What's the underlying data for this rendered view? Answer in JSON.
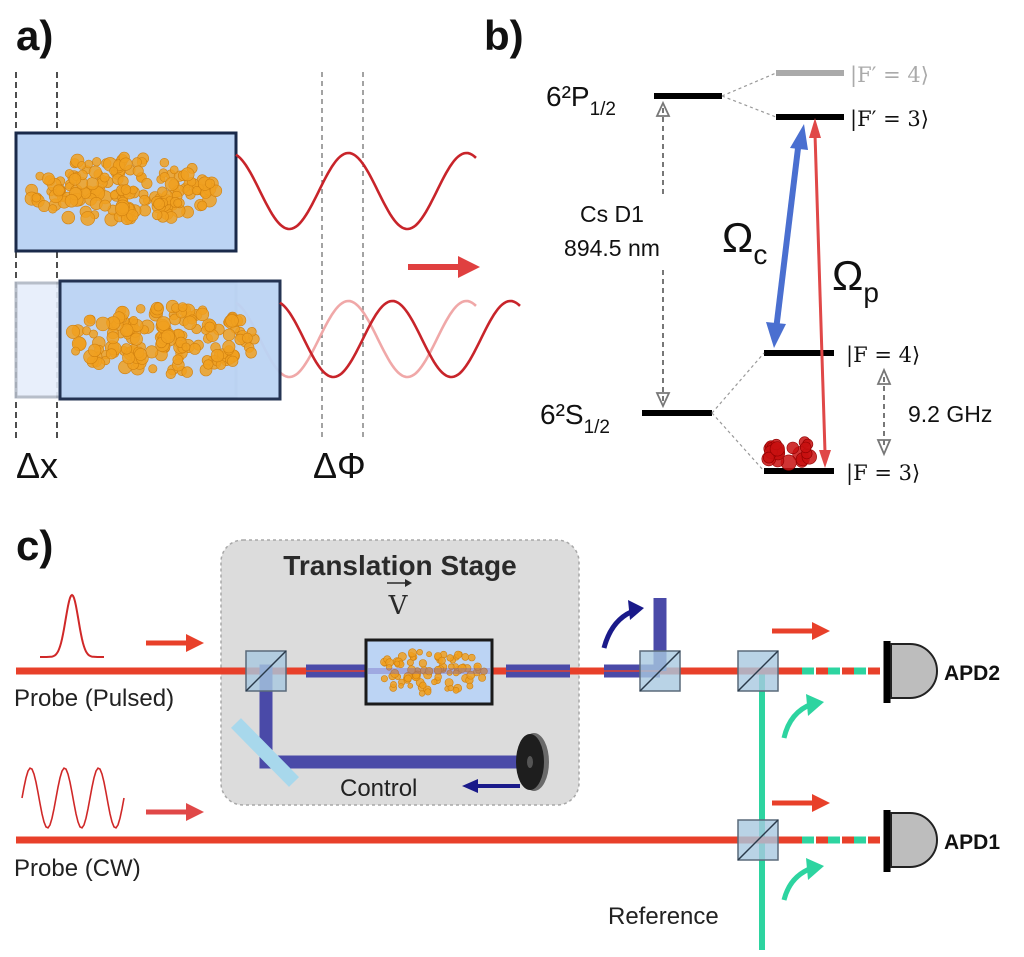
{
  "panel_a": {
    "label": "a)",
    "delta_x": "Δx",
    "delta_phi": "ΔΦ"
  },
  "panel_b": {
    "label": "b)",
    "excited_state": "6²P",
    "excited_sub": "1/2",
    "ground_state": "6²S",
    "ground_sub": "1/2",
    "transition_name": "Cs D1",
    "transition_wavelength": "894.5 nm",
    "level_f4_excited": "|F′ = 4⟩",
    "level_f3_excited": "|F′ = 3⟩",
    "level_f4_ground": "|F = 4⟩",
    "level_f3_ground": "|F = 3⟩",
    "omega_c": "Ω",
    "omega_c_sub": "c",
    "omega_p": "Ω",
    "omega_p_sub": "p",
    "splitting": "9.2 GHz"
  },
  "panel_c": {
    "label": "c)",
    "stage_title": "Translation Stage",
    "velocity": "V",
    "probe_pulsed": "Probe (Pulsed)",
    "probe_cw": "Probe (CW)",
    "control": "Control",
    "reference": "Reference",
    "apd2": "APD2",
    "apd1": "APD1"
  },
  "colors": {
    "probe": "#e8402a",
    "control": "#4a4aa8",
    "reference": "#2dd4a0",
    "coupling": "#4a6fd0",
    "cell": "#bcd4f4",
    "atoms": "#f0a020"
  }
}
